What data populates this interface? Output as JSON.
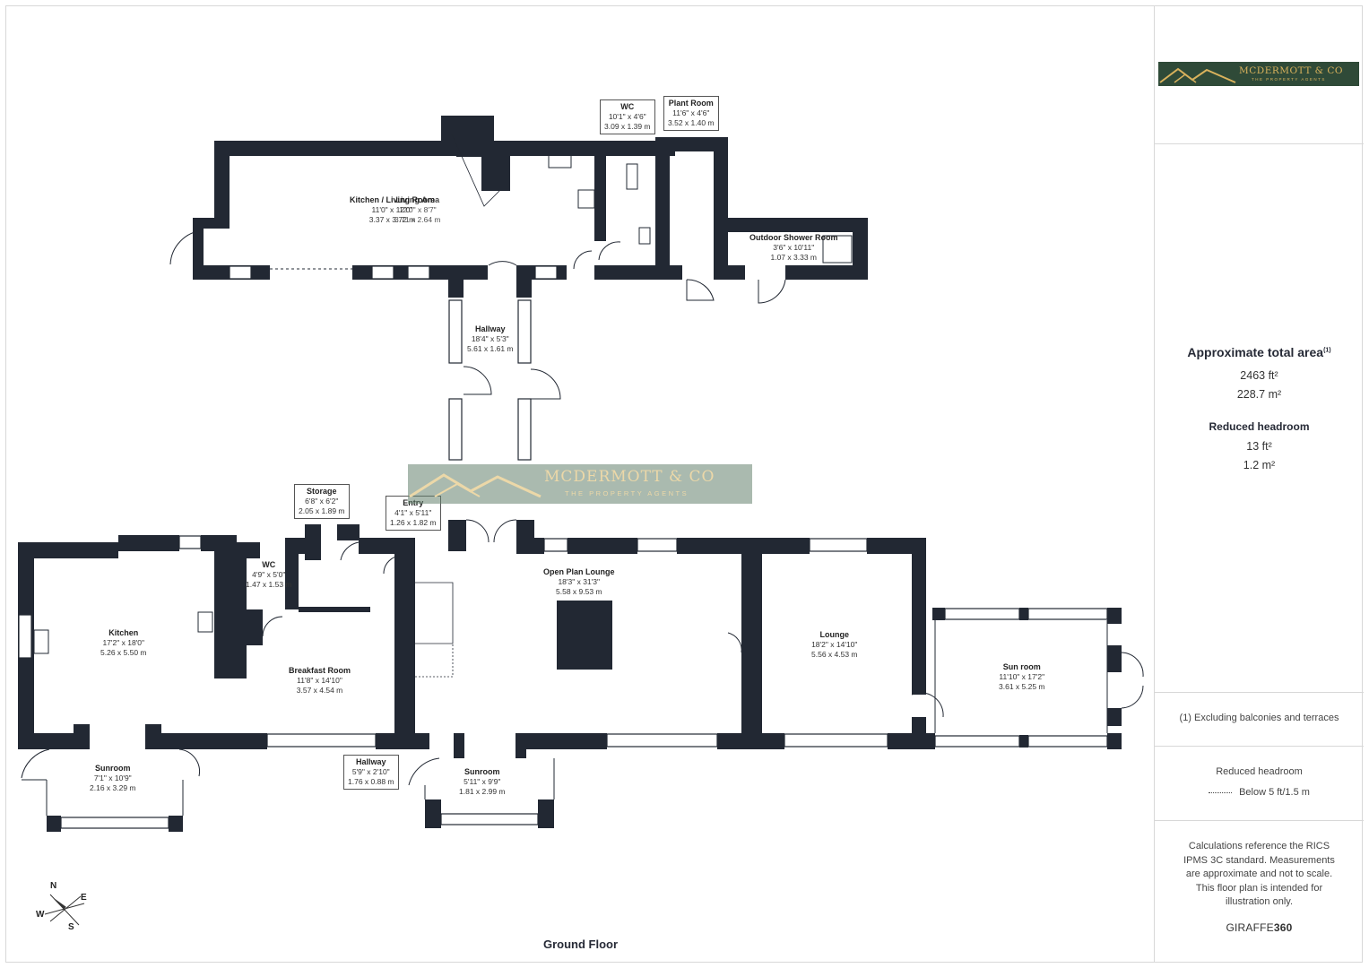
{
  "sidebar": {
    "area_title": "Approximate total area",
    "area_footnote_mark": "(1)",
    "total_ft": "2463 ft²",
    "total_m": "228.7 m²",
    "reduced_title": "Reduced headroom",
    "reduced_ft": "13 ft²",
    "reduced_m": "1.2 m²",
    "footnote": "(1) Excluding balconies and terraces",
    "legend_title": "Reduced headroom",
    "legend_item": "Below 5 ft/1.5 m",
    "calc_note": "Calculations reference the RICS IPMS 3C standard. Measurements are approximate and not to scale. This floor plan is intended for illustration only.",
    "brand_a": "GIRAFFE",
    "brand_b": "360"
  },
  "logo": {
    "name": "MCDERMOTT & CO",
    "tagline": "THE PROPERTY AGENTS",
    "bg": "#2f4a38",
    "gold": "#d9b25c"
  },
  "watermark": {
    "name": "MCDERMOTT & CO",
    "tagline": "THE PROPERTY AGENTS"
  },
  "floor_title": "Ground Floor",
  "compass": {
    "n": "N",
    "e": "E",
    "s": "S",
    "w": "W"
  },
  "wall_color": "#222833",
  "rooms": {
    "kitchen_living": {
      "name": "Kitchen / Living Room",
      "imp": "11'0\" x 12'0\"",
      "met": "3.37 x 3.72 m"
    },
    "living_area": {
      "name": "Living Area",
      "imp": "12'0\" x 8'7\"",
      "met": "3.71 x 2.64 m"
    },
    "wc_top": {
      "name": "WC",
      "imp": "10'1\" x 4'6\"",
      "met": "3.09 x 1.39 m"
    },
    "plant": {
      "name": "Plant Room",
      "imp": "11'6\" x 4'6\"",
      "met": "3.52 x 1.40 m"
    },
    "shower": {
      "name": "Outdoor Shower Room",
      "imp": "3'6\" x 10'11\"",
      "met": "1.07 x 3.33 m"
    },
    "hallway_top": {
      "name": "Hallway",
      "imp": "18'4\" x 5'3\"",
      "met": "5.61 x 1.61 m"
    },
    "storage": {
      "name": "Storage",
      "imp": "6'8\" x 6'2\"",
      "met": "2.05 x 1.89 m"
    },
    "entry": {
      "name": "Entry",
      "imp": "4'1\" x 5'11\"",
      "met": "1.26 x 1.82 m"
    },
    "wc_low": {
      "name": "WC",
      "imp": "4'9\" x 5'0\"",
      "met": "1.47 x 1.53 m"
    },
    "kitchen": {
      "name": "Kitchen",
      "imp": "17'2\" x 18'0\"",
      "met": "5.26 x 5.50 m"
    },
    "breakfast": {
      "name": "Breakfast Room",
      "imp": "11'8\" x 14'10\"",
      "met": "3.57 x 4.54 m"
    },
    "open_lounge": {
      "name": "Open Plan Lounge",
      "imp": "18'3\" x 31'3\"",
      "met": "5.58 x 9.53 m"
    },
    "lounge": {
      "name": "Lounge",
      "imp": "18'2\" x 14'10\"",
      "met": "5.56 x 4.53 m"
    },
    "sun_room": {
      "name": "Sun room",
      "imp": "11'10\" x 17'2\"",
      "met": "3.61 x 5.25 m"
    },
    "sunroom_left": {
      "name": "Sunroom",
      "imp": "7'1\" x 10'9\"",
      "met": "2.16 x 3.29 m"
    },
    "hallway_low": {
      "name": "Hallway",
      "imp": "5'9\" x 2'10\"",
      "met": "1.76 x 0.88 m"
    },
    "sunroom_mid": {
      "name": "Sunroom",
      "imp": "5'11\" x 9'9\"",
      "met": "1.81 x 2.99 m"
    }
  }
}
